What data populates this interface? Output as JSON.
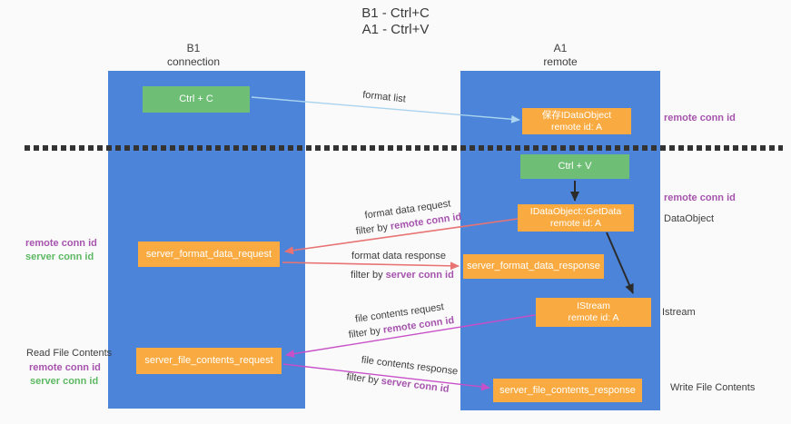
{
  "title": {
    "line1": "B1 - Ctrl+C",
    "line2": "A1 - Ctrl+V"
  },
  "columns": {
    "b1": {
      "title": "B1",
      "subtitle": "connection"
    },
    "a1": {
      "title": "A1",
      "subtitle": "remote"
    }
  },
  "nodes": {
    "ctrl_c": {
      "label": "Ctrl + C"
    },
    "ctrl_v": {
      "label": "Ctrl + V"
    },
    "save_idataobject": {
      "line1": "保存IDataObject",
      "line2": "remote id: A"
    },
    "idataobject_getdata": {
      "line1": "IDataObject::GetData",
      "line2": "remote id: A"
    },
    "istream": {
      "line1": "IStream",
      "line2": "remote id: A"
    },
    "server_format_data_request": {
      "label": "server_format_data_request"
    },
    "server_format_data_response": {
      "label": "server_format_data_response"
    },
    "server_file_contents_request": {
      "label": "server_file_contents_request"
    },
    "server_file_contents_response": {
      "label": "server_file_contents_response"
    }
  },
  "arrows": {
    "format_list": {
      "label": "format list"
    },
    "format_data_request": {
      "label": "format data request",
      "filter_prefix": "filter by",
      "filter_key": "remote conn id"
    },
    "format_data_response": {
      "label": "format data response",
      "filter_prefix": "filter by",
      "filter_key": "server conn id"
    },
    "file_contents_request": {
      "label": "file contents request",
      "filter_prefix": "filter by",
      "filter_key": "remote conn id"
    },
    "file_contents_response": {
      "label": "file contents response",
      "filter_prefix": "filter by",
      "filter_key": "server conn id"
    }
  },
  "side_labels": {
    "right_remote_conn_id_top": "remote conn id",
    "right_remote_conn_id_mid": "remote conn id",
    "right_dataobject": "DataObject",
    "right_istream": "Istream",
    "right_write_file_contents": "Write File Contents",
    "left_remote_conn_id_format": "remote conn id",
    "left_server_conn_id_format": "server conn id",
    "left_read_file_contents": "Read File Contents",
    "left_remote_conn_id_file": "remote conn id",
    "left_server_conn_id_file": "server conn id"
  },
  "colors": {
    "column_blue": "#4c84d9",
    "node_orange": "#f9ab41",
    "node_green": "#6fbe76",
    "arrow_light_blue": "#a9d3ee",
    "arrow_salmon": "#e87373",
    "arrow_magenta": "#c74fc7",
    "arrow_black": "#2b2b2b",
    "label_purple": "#a653ae",
    "label_green": "#5db863",
    "text_dark": "#3d3d3d",
    "background": "#fafafa"
  }
}
